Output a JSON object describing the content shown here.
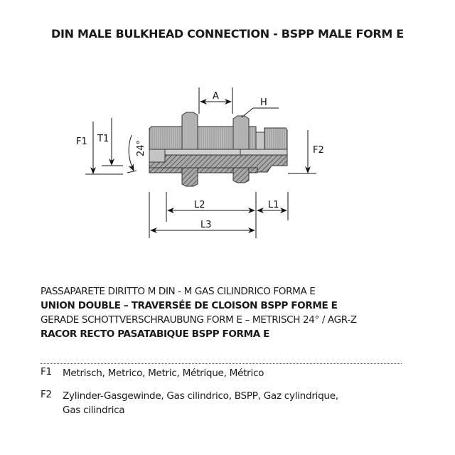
{
  "title": "DIN MALE BULKHEAD CONNECTION - BSPP MALE FORM E",
  "drawing": {
    "labels": {
      "A": "A",
      "H": "H",
      "F1": "F1",
      "T1": "T1",
      "angle": "24°",
      "F2": "F2",
      "L1": "L1",
      "L2": "L2",
      "L3": "L3"
    }
  },
  "descriptions": [
    "PASSAPARETE DIRITTO M DIN - M GAS CILINDRICO FORMA E",
    "UNION DOUBLE – TRAVERSÉE DE CLOISON BSPP FORME E",
    "GERADE SCHOTTVERSCHRAUBUNG FORM E – METRISCH 24° / AGR-Z",
    "RACOR RECTO PASATABIQUE BSPP FORMA E"
  ],
  "legend": [
    {
      "key": "F1",
      "value": "Metrisch, Metrico, Metric, Métrique, Métrico"
    },
    {
      "key": "F2",
      "value": "Zylinder-Gasgewinde, Gas cilindrico, BSPP, Gaz cylindrique,",
      "value2": "Gas cilindrica"
    }
  ]
}
